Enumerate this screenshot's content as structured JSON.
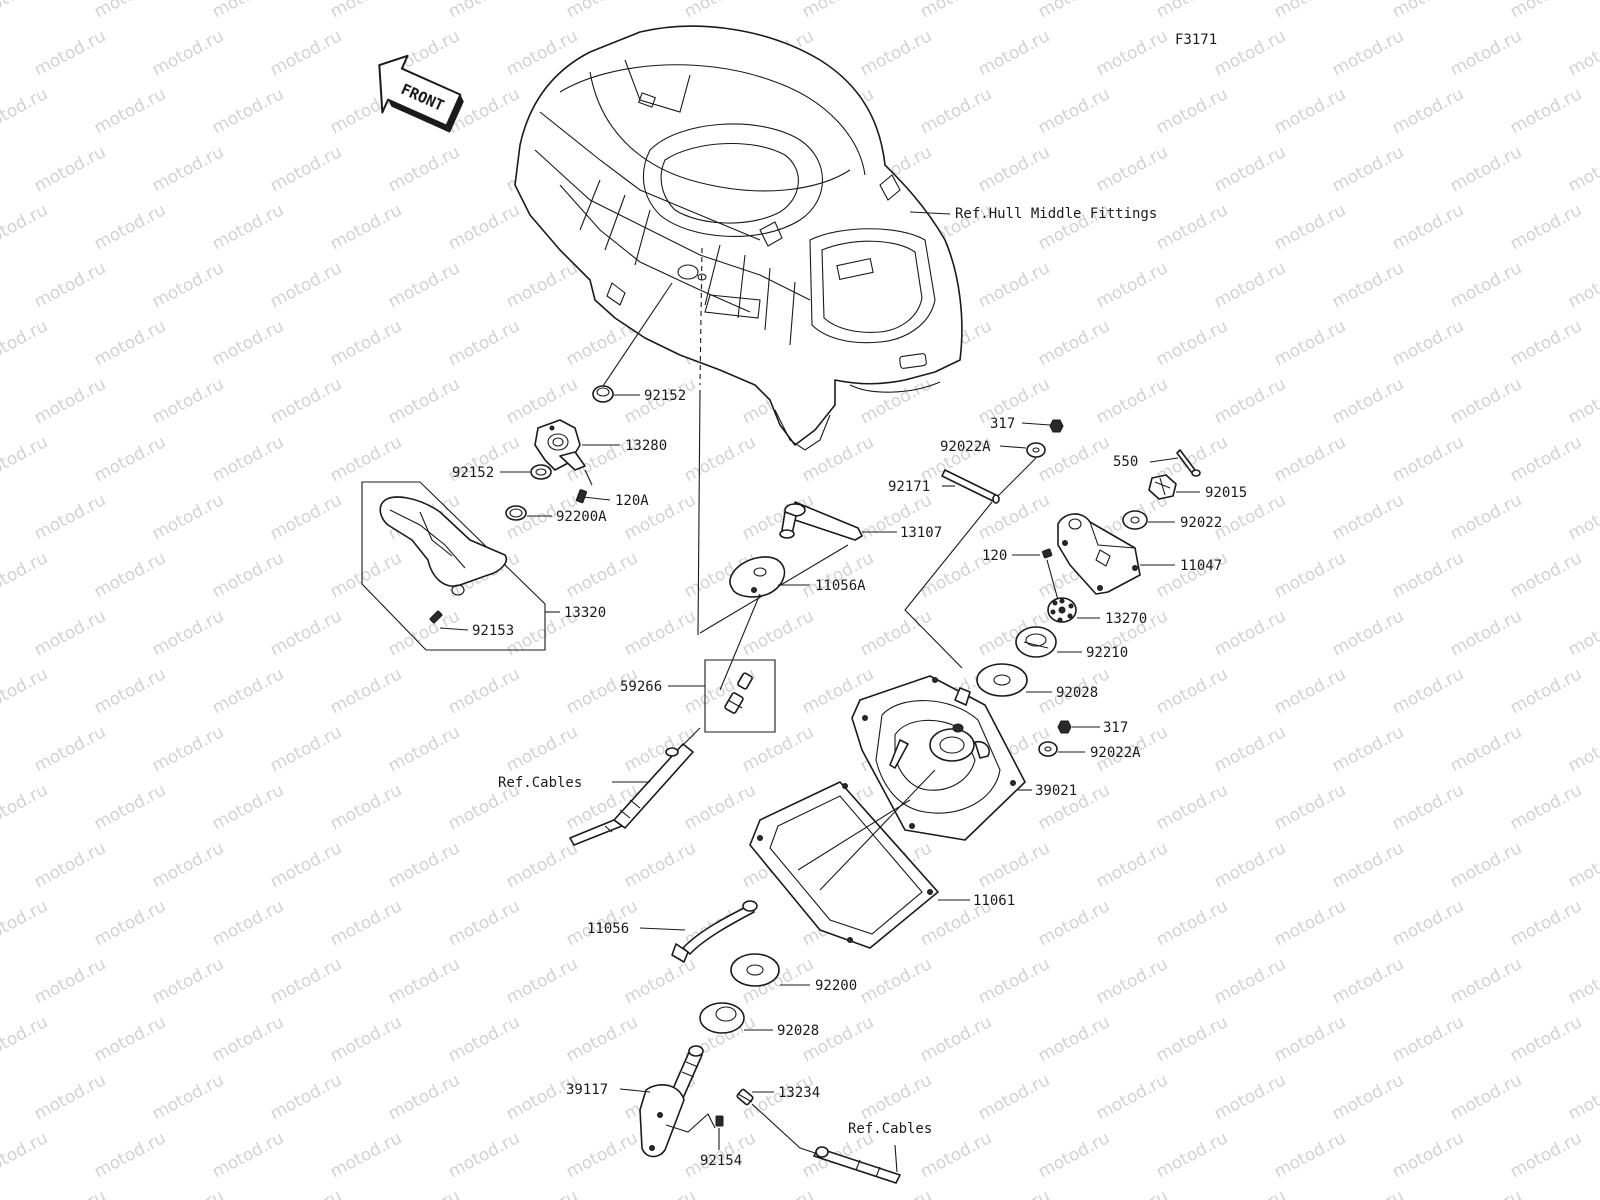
{
  "figure_code": "F3171",
  "watermark": "motod.ru",
  "front_arrow_label": "FRONT",
  "ref_labels": {
    "hull": "Ref.Hull Middle Fittings",
    "cables_left": "Ref.Cables",
    "cables_bottom": "Ref.Cables"
  },
  "callouts": {
    "p92152_a": "92152",
    "p13280": "13280",
    "p92152_b": "92152",
    "p120A": "120A",
    "p92200A": "92200A",
    "p13320": "13320",
    "p92153": "92153",
    "p13107": "13107",
    "p11056A": "11056A",
    "p59266": "59266",
    "p317_a": "317",
    "p92022A_a": "92022A",
    "p92171": "92171",
    "p550": "550",
    "p92015": "92015",
    "p92022": "92022",
    "p120": "120",
    "p11047": "11047",
    "p13270": "13270",
    "p92210": "92210",
    "p92028_a": "92028",
    "p317_b": "317",
    "p92022A_b": "92022A",
    "p39021": "39021",
    "p11061": "11061",
    "p11056": "11056",
    "p92200": "92200",
    "p92028_b": "92028",
    "p39117": "39117",
    "p13234": "13234",
    "p92154": "92154"
  }
}
